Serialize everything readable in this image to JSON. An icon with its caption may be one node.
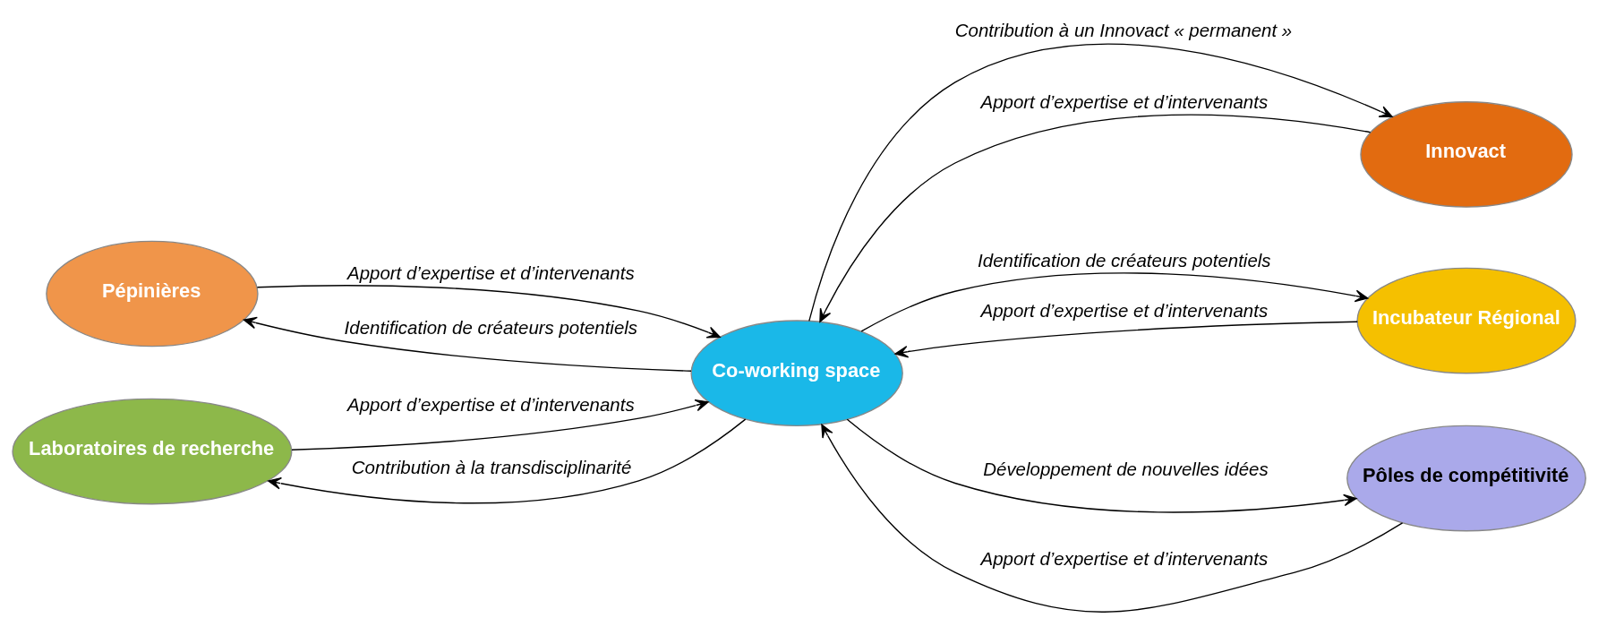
{
  "diagram": {
    "nodes": [
      {
        "text": [
          "Pépinières"
        ]
      },
      {
        "text": [
          "Innovact"
        ]
      },
      {
        "text": [
          "Incubateur Régional"
        ]
      },
      {
        "text": [
          "Co-working space"
        ]
      },
      {
        "text": [
          "Pôles de compétitivité"
        ]
      },
      {
        "text": [
          "Laboratoires de recherche"
        ]
      }
    ],
    "edges": [
      {
        "from": 0,
        "to": 3,
        "arrow": "to",
        "label": "Apport d’expertise et d’intervenants"
      },
      {
        "from": 3,
        "to": 0,
        "arrow": "to",
        "label": "Identification de créateurs potentiels"
      },
      {
        "from": 1,
        "to": 3,
        "arrow": "to",
        "label": "Apport d’expertise et d’intervenants"
      },
      {
        "from": 3,
        "to": 1,
        "arrow": "to",
        "label": "Contribution à un Innovact « permanent »"
      },
      {
        "from": 2,
        "to": 3,
        "arrow": "to",
        "label": "Apport d’expertise et d’intervenants"
      },
      {
        "from": 3,
        "to": 2,
        "arrow": "to",
        "label": "Identification de créateurs potentiels"
      },
      {
        "from": 4,
        "to": 3,
        "arrow": "to",
        "label": "Apport d’expertise et d’intervenants"
      },
      {
        "from": 3,
        "to": 4,
        "arrow": "to",
        "label": "Développement de nouvelles idées"
      },
      {
        "from": 5,
        "to": 3,
        "arrow": "to",
        "label": "Apport d’expertise et d’intervenants"
      },
      {
        "from": 3,
        "to": 5,
        "arrow": "to",
        "label": "Contribution à la transdisciplinarité"
      }
    ]
  }
}
